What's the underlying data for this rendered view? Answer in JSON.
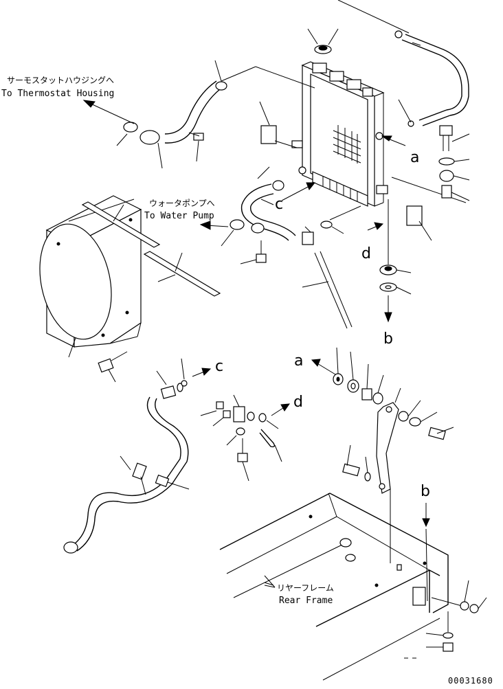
{
  "annotations": {
    "thermostat_jp": "サーモスタットハウジングへ",
    "thermostat_en": "To Thermostat Housing",
    "water_pump_jp": "ウォータポンプへ",
    "water_pump_en": "To Water Pump",
    "rear_frame_jp": "リヤーフレーム",
    "rear_frame_en": "Rear Frame"
  },
  "ref_letters": {
    "a_radiator": "a",
    "a_bracket": "a",
    "b_down": "b",
    "b_frame": "b",
    "c_radiator": "c",
    "c_pipe": "c",
    "d_radiator": "d",
    "d_pipe": "d"
  },
  "document_number": "00031680"
}
